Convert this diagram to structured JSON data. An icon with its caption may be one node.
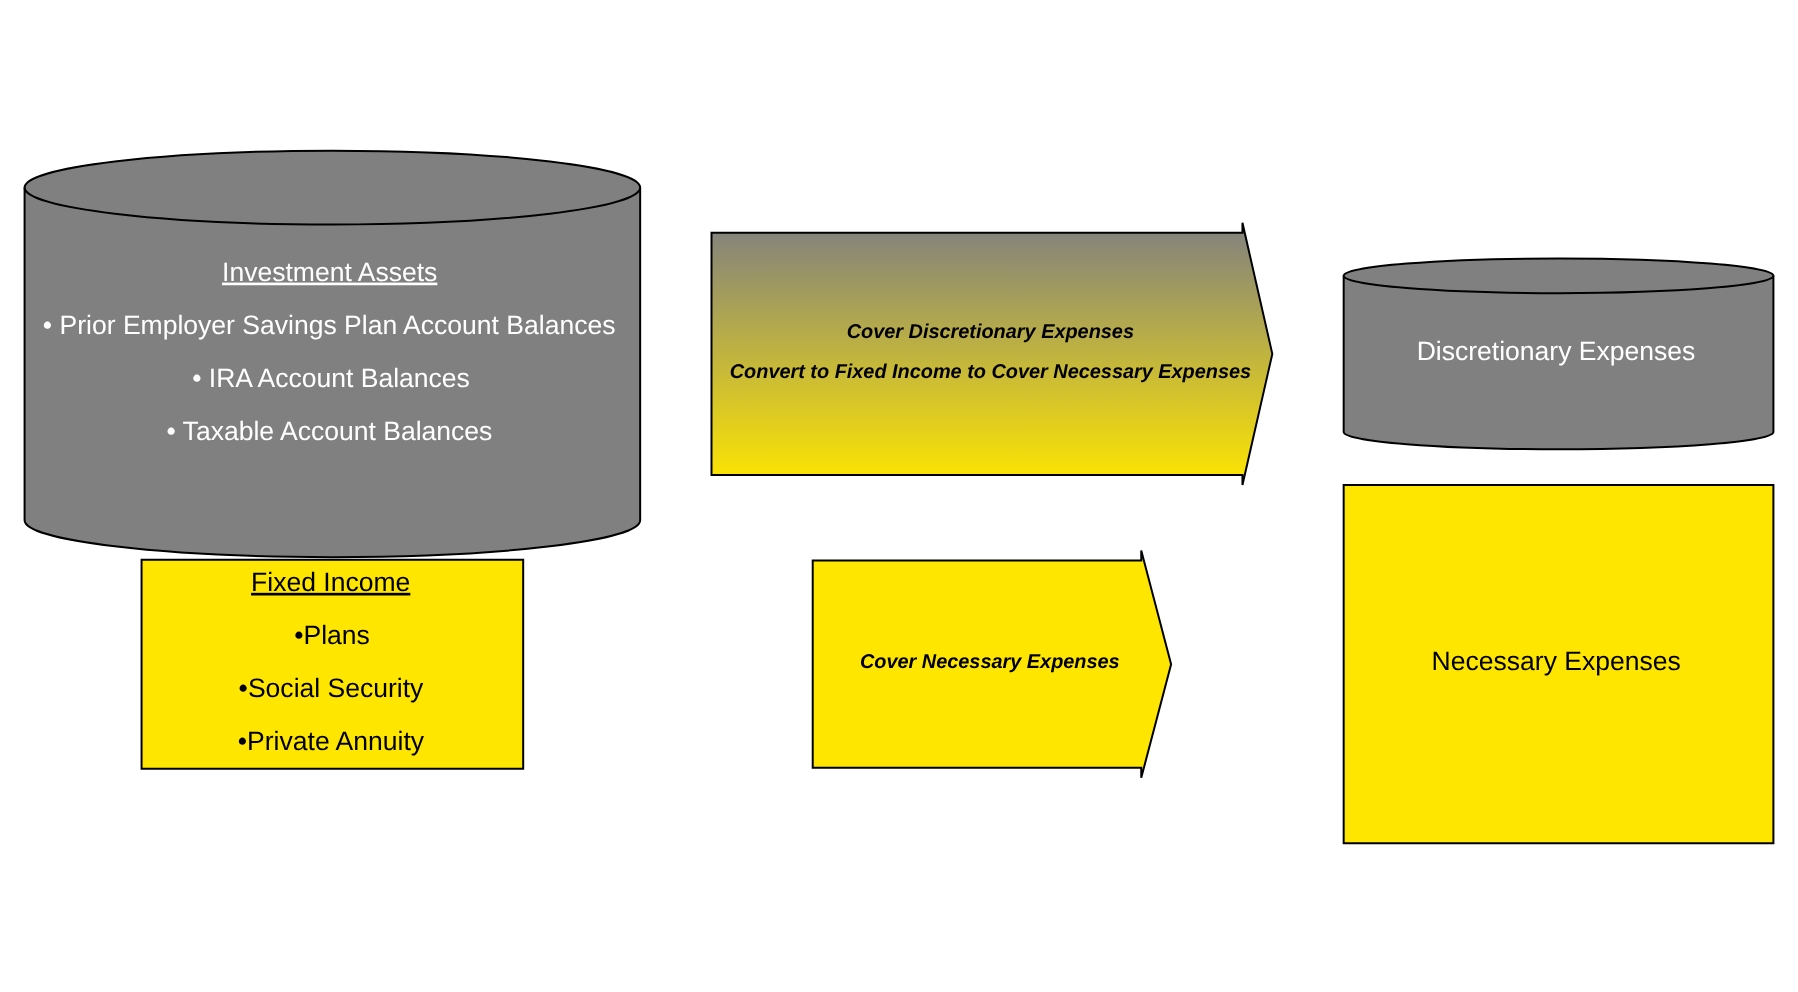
{
  "diagram": {
    "nodes": [
      {
        "text": [
          "Investment Assets",
          "• Prior Employer Savings Plan Account Balances",
          "• IRA Account Balances",
          "• Taxable Account Balances"
        ]
      },
      {
        "text": [
          "Fixed Income",
          "•Plans",
          "•Social Security",
          "•Private Annuity"
        ]
      },
      {
        "text": [
          "Cover Discretionary Expenses",
          "Convert to Fixed Income to Cover Necessary Expenses"
        ]
      },
      {
        "text": [
          "Cover Necessary Expenses"
        ]
      },
      {
        "text": [
          "Discretionary Expenses"
        ]
      },
      {
        "text": [
          "Necessary Expenses"
        ]
      }
    ],
    "edges": []
  }
}
